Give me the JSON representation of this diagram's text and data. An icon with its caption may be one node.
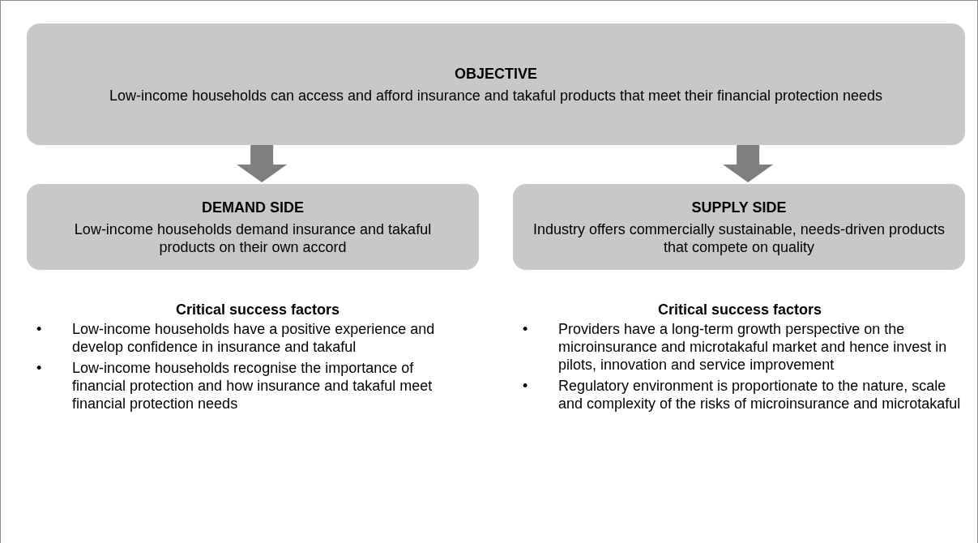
{
  "diagram": {
    "nodes": [
      {
        "text": [
          "OBJECTIVE",
          "Low-income households can access and afford insurance and takaful products that meet their financial protection needs"
        ]
      },
      {
        "text": [
          "DEMAND SIDE",
          "Low-income households demand insurance and takaful products on their own accord"
        ]
      },
      {
        "text": [
          "SUPPLY SIDE",
          "Industry offers commercially sustainable, needs-driven products that compete on quality"
        ]
      }
    ],
    "edges": [
      {
        "from": 0,
        "to": 1,
        "arrow": "to",
        "style": "thick"
      },
      {
        "from": 0,
        "to": 2,
        "arrow": "to",
        "style": "thick"
      }
    ],
    "labels": [
      "Critical success factors",
      "•",
      "Low-income households have a positive experience and develop confidence in insurance and takaful",
      "•",
      "Low-income households recognise the importance of financial protection and how insurance and takaful meet financial protection needs",
      "Critical success factors",
      "•",
      "Providers have a long-term growth perspective on the microinsurance and microtakaful market and hence invest in pilots, innovation and service improvement",
      "•",
      "Regulatory environment is proportionate to the nature, scale and complexity of the risks of microinsurance and microtakaful"
    ]
  }
}
